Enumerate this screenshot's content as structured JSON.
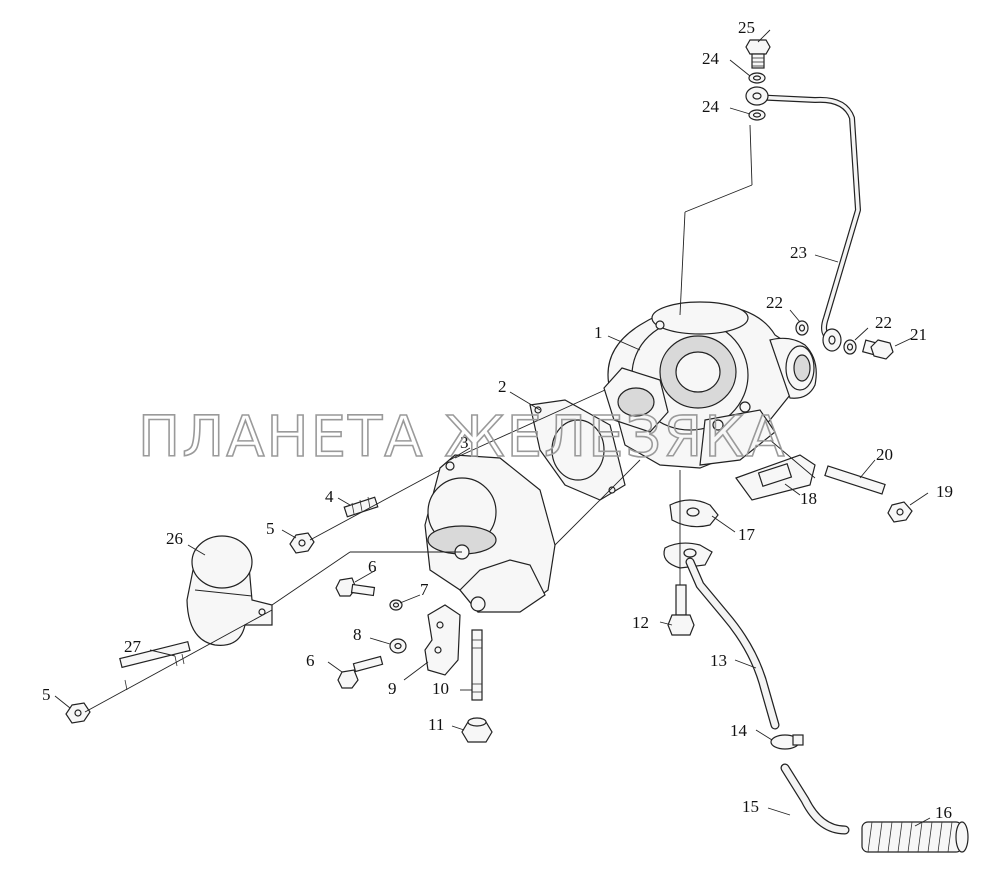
{
  "diagram": {
    "watermark": "ПЛАНЕТА ЖЕЛЕЗЯКА",
    "callouts": [
      "1",
      "2",
      "3",
      "4",
      "5",
      "5",
      "6",
      "6",
      "7",
      "8",
      "9",
      "10",
      "11",
      "12",
      "13",
      "14",
      "15",
      "16",
      "17",
      "18",
      "19",
      "20",
      "21",
      "22",
      "22",
      "23",
      "24",
      "24",
      "25",
      "26",
      "27"
    ]
  },
  "colors": {
    "line": "#222222",
    "watermark": "#9a9a9a",
    "fill": "#f7f7f7"
  }
}
